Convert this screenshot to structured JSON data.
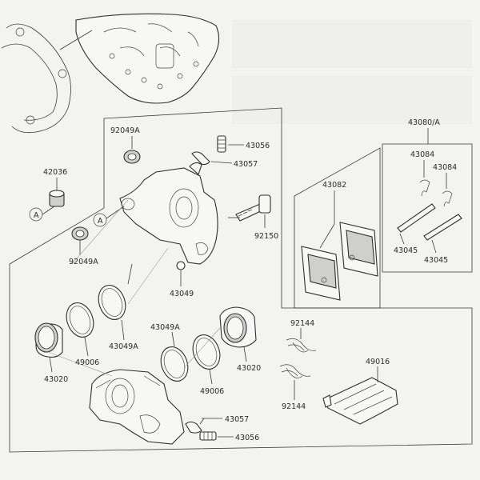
{
  "diagram": {
    "labels": {
      "p43080": "43080/A",
      "p92049a_top": "92049A",
      "p43056_top": "43056",
      "p43057_top": "43057",
      "p42036": "42036",
      "a1": "A",
      "a2": "A",
      "p92049a_bot": "92049A",
      "p92150": "92150",
      "p43049": "43049",
      "p43082": "43082",
      "p43084_l": "43084",
      "p43084_r": "43084",
      "p43045_l": "43045",
      "p43045_r": "43045",
      "p43049a_l": "43049A",
      "p43049a_top": "43049A",
      "p49006_l": "49006",
      "p49006_r": "49006",
      "p43020_l": "43020",
      "p43020_r": "43020",
      "p92144_top": "92144",
      "p92144_bot": "92144",
      "p49016": "49016",
      "p43057_bot": "43057",
      "p43056_bot": "43056"
    }
  }
}
